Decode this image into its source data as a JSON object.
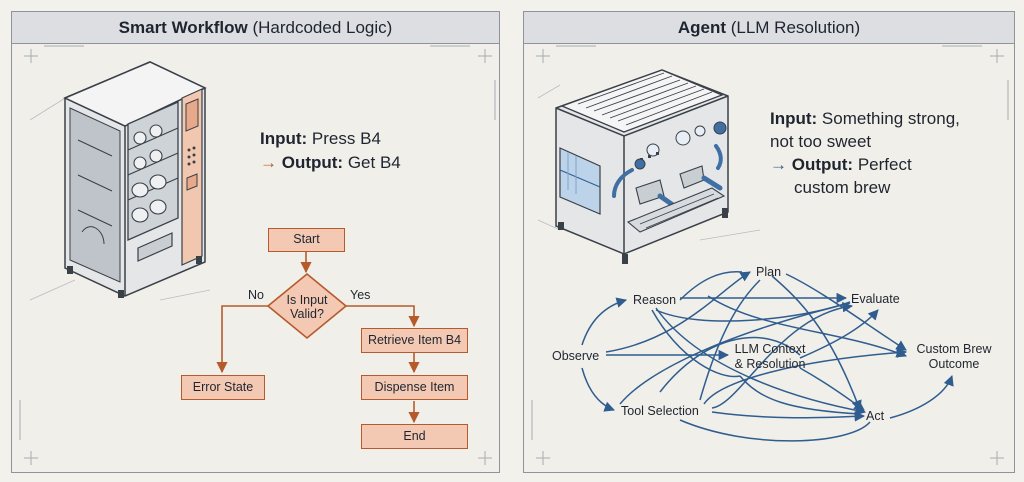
{
  "left_panel": {
    "title_bold": "Smart Workflow",
    "title_rest": " (Hardcoded Logic)",
    "input_label": "Input:",
    "input_value": " Press B4",
    "output_arrow": "→",
    "output_label": "Output:",
    "output_value": " Get B4",
    "flowchart": {
      "start": "Start",
      "decision_line1": "Is Input",
      "decision_line2": "Valid?",
      "no": "No",
      "yes": "Yes",
      "retrieve": "Retrieve Item B4",
      "error": "Error State",
      "dispense": "Dispense Item",
      "end": "End"
    }
  },
  "right_panel": {
    "title_bold": "Agent",
    "title_rest": " (LLM Resolution)",
    "input_label": "Input:",
    "input_value_line1": " Something strong,",
    "input_value_line2": "not too sweet",
    "output_arrow": "→",
    "output_label": "Output:",
    "output_value_line1": " Perfect",
    "output_value_line2": "custom brew",
    "network": {
      "plan": "Plan",
      "reason": "Reason",
      "evaluate": "Evaluate",
      "observe": "Observe",
      "llm_line1": "LLM Context",
      "llm_line2": "& Resolution",
      "custom_line1": "Custom Brew",
      "custom_line2": "Outcome",
      "tool": "Tool Selection",
      "act": "Act"
    }
  },
  "colors": {
    "flow_fill": "#f3c9b3",
    "flow_stroke": "#b65a2c",
    "network_stroke": "#2f5d8f",
    "panel_header": "#dcdee1"
  }
}
